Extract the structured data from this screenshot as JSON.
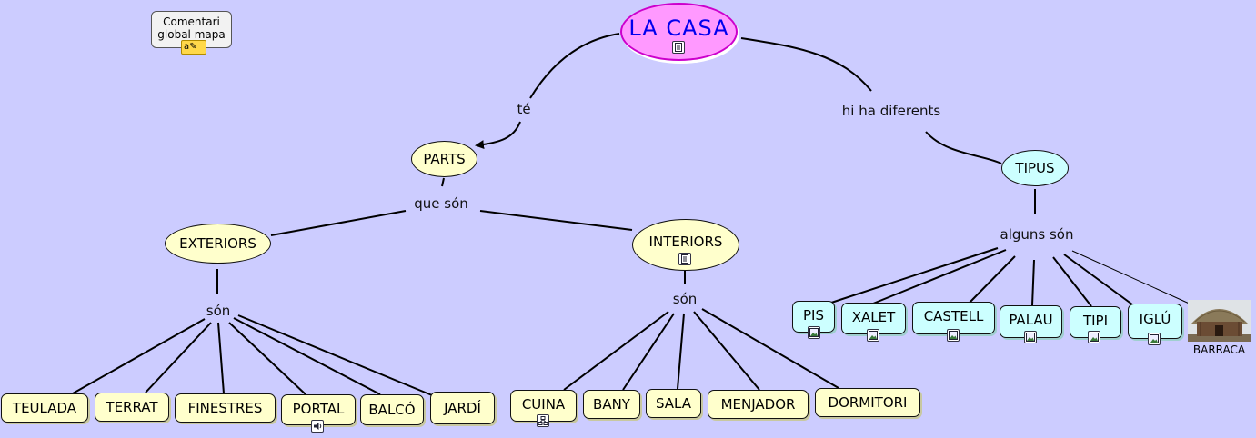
{
  "colors": {
    "background": "#ccccff",
    "main_node": "#ff99ff",
    "main_text": "#0000ee",
    "parts_branch": "#ffffcc",
    "tipus_branch": "#ccffff"
  },
  "comment": {
    "text_line1": "Comentari",
    "text_line2": "global mapa",
    "icon": "note-icon"
  },
  "concepts": {
    "main": "LA CASA",
    "parts": "PARTS",
    "tipus": "TIPUS",
    "exteriors": "EXTERIORS",
    "interiors": "INTERIORS",
    "teulada": "TEULADA",
    "terrat": "TERRAT",
    "finestres": "FINESTRES",
    "portal": "PORTAL",
    "balco": "BALCÓ",
    "jardi": "JARDÍ",
    "cuina": "CUINA",
    "bany": "BANY",
    "sala": "SALA",
    "menjador": "MENJADOR",
    "dormitori": "DORMITORI",
    "pis": "PIS",
    "xalet": "XALET",
    "castell": "CASTELL",
    "palau": "PALAU",
    "tipi": "TIPI",
    "iglu": "IGLÚ",
    "barraca": "BARRACA"
  },
  "links": {
    "te": "té",
    "hi_ha": "hi ha diferents",
    "que_son": "que són",
    "son_ext": "són",
    "son_int": "són",
    "alguns_son": "alguns són"
  },
  "attachments": {
    "main": "document-icon",
    "interiors": "document-icon",
    "portal": "audio-icon",
    "cuina": "map-icon",
    "pis": "image-icon",
    "xalet": "image-icon",
    "castell": "image-icon",
    "palau": "image-icon",
    "tipi": "image-icon",
    "iglu": "image-icon",
    "barraca": "hut-photo"
  }
}
